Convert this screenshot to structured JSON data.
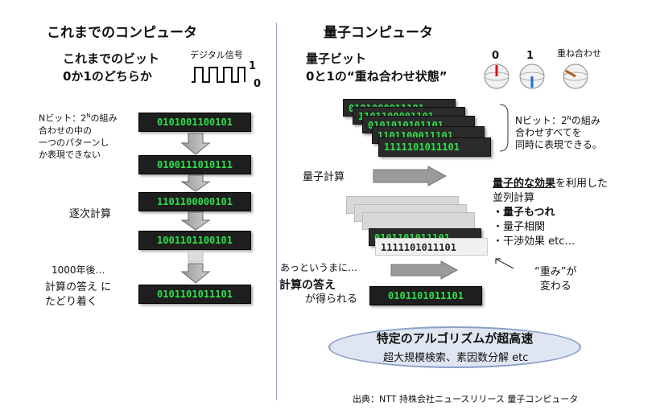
{
  "left": {
    "title": "これまでのコンピュータ",
    "subtitle_line1": "これまでのビット",
    "subtitle_line2": "0か1のどちらか",
    "digital_signal_label": "デジタル信号",
    "signal_high": "1",
    "signal_low": "0",
    "nbit_note": [
      "Nビット：2",
      "N",
      "の組み",
      "合わせの中の",
      "一つのパターンし",
      "か表現できない"
    ],
    "sequential_label": "逐次計算",
    "binary_rows": [
      "0101001100101",
      "0100111010111",
      "1101100000101",
      "1001101100101",
      "0101101011101"
    ],
    "after_1000": "1000年後…",
    "answer_line1": "計算の答え に",
    "answer_line2": "たどり着く"
  },
  "right": {
    "title": "量子コンピュータ",
    "subtitle_line1": "量子ビット",
    "subtitle_line2": "0と1の“重ね合わせ状態”",
    "qubit_0": "0",
    "qubit_1": "1",
    "superposition_label": "重ね合わせ",
    "nbit_note": [
      "Nビット：2",
      "N",
      "の組み",
      "合わせすべてを",
      "同時に表現できる。"
    ],
    "stack_top": [
      "0101000011101",
      "1101100001101",
      "0101010101101",
      "1101100011101",
      "1111101011101"
    ],
    "quantum_calc_label": "量子計算",
    "effect_line1_underlined": "量子的な効果",
    "effect_line1_rest": "を利用した",
    "effect_line2": "並列計算",
    "effect_items": [
      "・量子もつれ",
      "・量子相関",
      "・干渉効果  etc…"
    ],
    "stack_bottom": [
      "0101101011101",
      "1111101011101"
    ],
    "weight_line1": "“重み”が",
    "weight_line2": "変わる",
    "instant_label": "あっというまに…",
    "answer_bold": "計算の答え",
    "answer_rest": "が得られる",
    "answer_binary": "0101101011101",
    "fast_title": "特定のアルゴリズムが超高速",
    "fast_sub": "超大規模検索、素因数分解   etc"
  },
  "source": "出典：NTT 持株会社ニュースリリース   量子コンピュータ",
  "colors": {
    "binary_green": "#2fe04a",
    "box_dark": "#1e1e1e",
    "divider": "#8fb0d6",
    "ellipse_fill": "#dfe6f2"
  }
}
